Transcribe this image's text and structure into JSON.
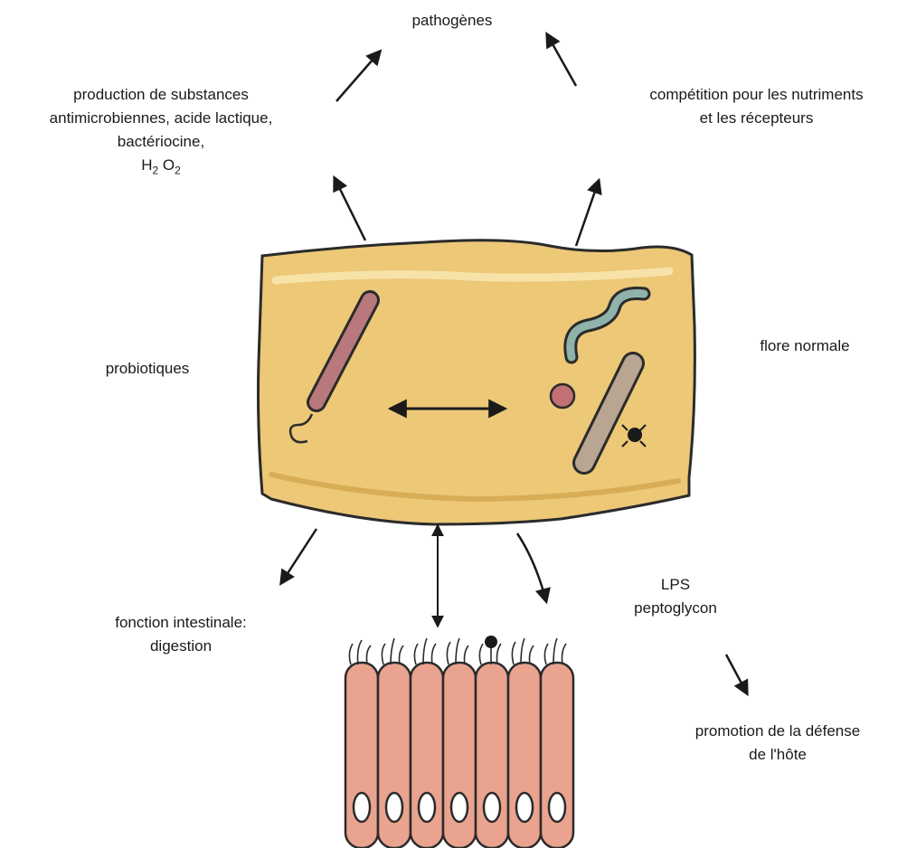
{
  "labels": {
    "pathogens": "pathogènes",
    "antimicrobial": {
      "line1": "production de substances",
      "line2": "antimicrobiennes, acide lactique,",
      "line3": "bactériocine,",
      "h": "H",
      "h_sub": "2",
      "o": "O",
      "o_sub": "2"
    },
    "competition": {
      "line1": "compétition pour les nutriments",
      "line2": "et les récepteurs"
    },
    "probiotics": "probiotiques",
    "normal_flora": "flore normale",
    "intestinal": {
      "line1": "fonction intestinale:",
      "line2": "digestion"
    },
    "lps": {
      "line1": "LPS",
      "line2": "peptoglycon"
    },
    "host_defense": {
      "line1": "promotion de la défense",
      "line2": "de l'hôte"
    }
  },
  "colors": {
    "lumen_fill": "#ecc877",
    "lumen_highlight": "#f7e2a8",
    "probiotic_rod": "#b9787c",
    "spiral_bacterium": "#8fb3ab",
    "round_bacterium": "#c36f76",
    "flora_rod": "#b8a592",
    "epithelial_cell": "#e9a38f",
    "outline": "#2b2b2b"
  },
  "icons": [
    "probiotic-rod-icon",
    "spiral-bacterium-icon",
    "round-bacterium-icon",
    "flora-rod-icon",
    "epithelium-icon"
  ]
}
